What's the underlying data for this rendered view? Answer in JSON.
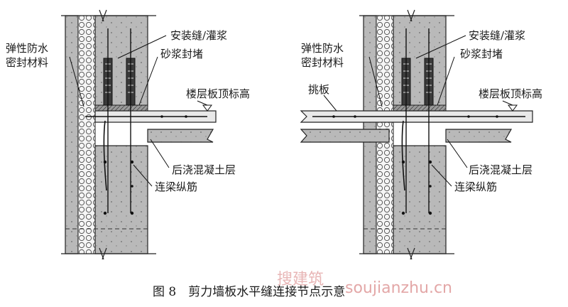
{
  "left_diagram": {
    "labels": {
      "install_joint": "安装缝/灌浆",
      "elastic_seal": [
        "弹性防水",
        "密封材料"
      ],
      "mortar_plug": "砂浆封堵",
      "floor_top": "楼层板顶标高",
      "post_concrete": "后浇混凝土层",
      "beam_bar": "连梁纵筋"
    }
  },
  "right_diagram": {
    "labels": {
      "install_joint": "安装缝/灌浆",
      "elastic_seal": [
        "弹性防水",
        "密封材料"
      ],
      "mortar_plug": "砂浆封堵",
      "cantilever": "挑板",
      "floor_top": "楼层板顶标高",
      "post_concrete": "后浇混凝土层",
      "beam_bar": "连梁纵筋"
    }
  },
  "caption": "图 8　剪力墙板水平缝连接节点示意",
  "watermark": {
    "cn": "搜建筑",
    "url": "soujianzhu.cn"
  },
  "colors": {
    "concrete": "#b7b7b7",
    "concrete_dark": "#8f8f8f",
    "insulation": "#f4f4f4",
    "line": "#1a1a1a",
    "watermark": "#e3a7a7"
  }
}
